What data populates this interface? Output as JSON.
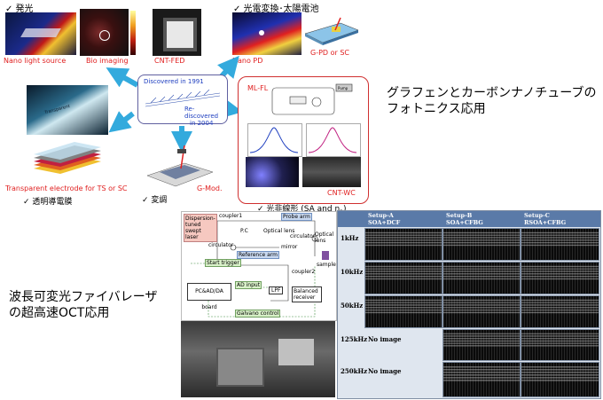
{
  "top_left": {
    "check_emission": "✓ 発光",
    "nano_light_source": "Nano light source",
    "bio_imaging": "Bio imaging",
    "cnt_fed": "CNT-FED"
  },
  "top_right": {
    "check_photo": "✓ 光電変換･太陽電池",
    "nano_pd": "Nano PD",
    "g_pd": "G-PD or SC"
  },
  "center": {
    "discovered": "Discovered in 1991",
    "rediscovered_1": "Re-discovered",
    "rediscovered_2": "in 2004"
  },
  "left_mid": {
    "transparent": "Transparent electrode for TS or SC",
    "check_transparent": "✓ 透明導電膜",
    "g_mod": "G-Mod.",
    "check_mod": "✓ 変調"
  },
  "right_box": {
    "ml_fl": "ML-FL",
    "cnt_wc": "CNT-WC",
    "check_nonlinear": "✓ 光非線形 (SA and n",
    "check_nonlinear_sub": "2",
    "check_nonlinear_end": ")"
  },
  "heading_jp": {
    "line1": "グラフェンとカーボンナノチューブの",
    "line2": "フォトニクス応用"
  },
  "oct_jp": {
    "line1": "波長可変光ファイバレーザ",
    "line2": "の超高速OCT応用"
  },
  "schematic": {
    "laser": "Dispersion-tuned swept laser",
    "coupler1": "coupler1",
    "probe_arm": "Probe arm",
    "circulator1": "circulator",
    "pc": "P.C",
    "optical_lens1": "Optical lens",
    "optical_lens2": "Optical lens",
    "circulator2": "circulator",
    "mirror": "mirror",
    "reference_arm": "Reference arm",
    "sample": "sample",
    "start_trigger": "Start trigger",
    "coupler2": "coupler2",
    "ad_input": "AD input",
    "lpf": "LPF",
    "balanced_receiver": "Balanced receiver",
    "board": "PC&AD/DA board",
    "galvano": "Galvano control"
  },
  "oct_table": {
    "columns": [
      {
        "l1": "Setup-A",
        "l2": "SOA+DCF"
      },
      {
        "l1": "Setup-B",
        "l2": "SOA+CFBG"
      },
      {
        "l1": "Setup-C",
        "l2": "RSOA+CFBG"
      }
    ],
    "rows": [
      {
        "label": "1kHz",
        "cells": [
          "img",
          "img",
          "img"
        ]
      },
      {
        "label": "10kHz",
        "cells": [
          "img",
          "img",
          "img"
        ]
      },
      {
        "label": "50kHz",
        "cells": [
          "img",
          "img",
          "img"
        ]
      },
      {
        "label": "125kHz",
        "cells": [
          "No image",
          "img",
          "img"
        ]
      },
      {
        "label": "250kHz",
        "cells": [
          "No image",
          "img",
          "img"
        ]
      }
    ],
    "no_image": "No image"
  }
}
